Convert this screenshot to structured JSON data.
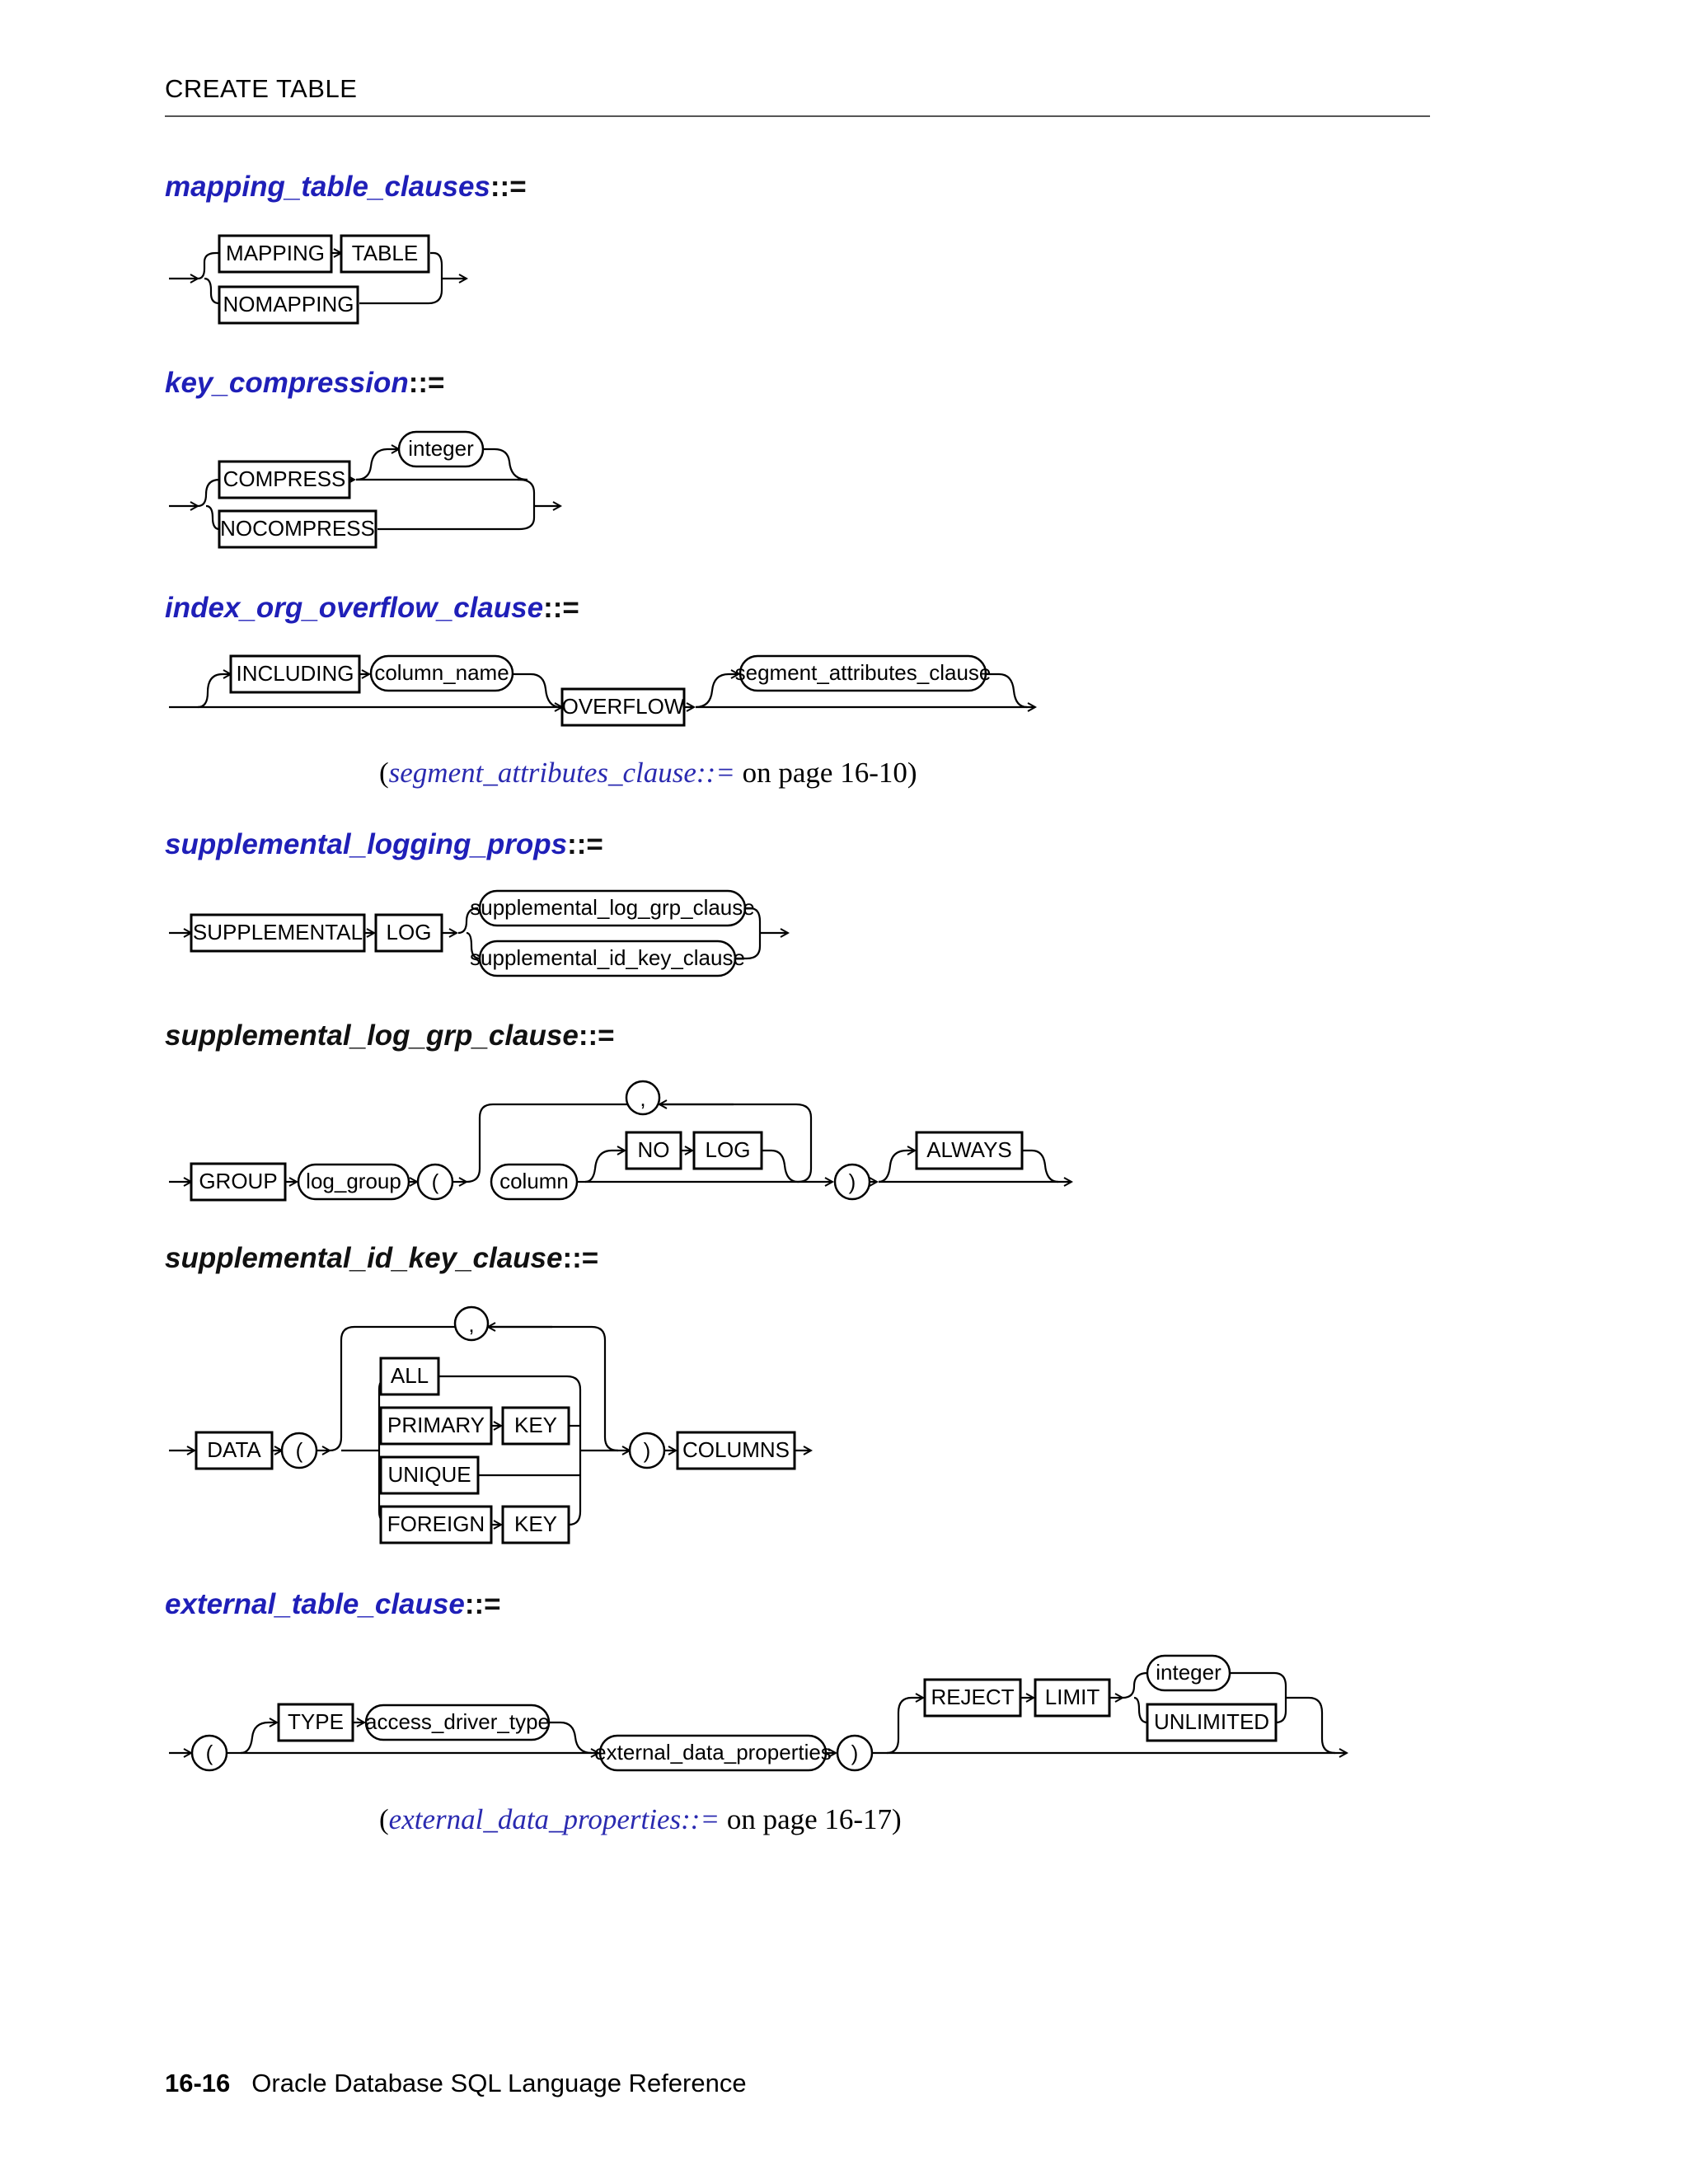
{
  "header": {
    "title": "CREATE TABLE"
  },
  "assign_symbol": "::=",
  "sections": {
    "mapping": {
      "title": "mapping_table_clauses",
      "mapping": "MAPPING",
      "table": "TABLE",
      "nomapping": "NOMAPPING"
    },
    "key_compression": {
      "title": "key_compression",
      "compress": "COMPRESS",
      "integer": "integer",
      "nocompress": "NOCOMPRESS"
    },
    "index_org": {
      "title": "index_org_overflow_clause",
      "including": "INCLUDING",
      "column_name": "column_name",
      "overflow": "OVERFLOW",
      "segment_attributes_clause": "segment_attributes_clause",
      "xref_link": "segment_attributes_clause::=",
      "xref_page": "on page 16-10"
    },
    "supp_props": {
      "title": "supplemental_logging_props",
      "supplemental": "SUPPLEMENTAL",
      "log": "LOG",
      "grp_clause": "supplemental_log_grp_clause",
      "id_key_clause": "supplemental_id_key_clause"
    },
    "supp_grp": {
      "title": "supplemental_log_grp_clause",
      "group": "GROUP",
      "log_group": "log_group",
      "lparen": "(",
      "column": "column",
      "comma": ",",
      "no": "NO",
      "log": "LOG",
      "rparen": ")",
      "always": "ALWAYS"
    },
    "supp_id": {
      "title": "supplemental_id_key_clause",
      "data": "DATA",
      "lparen": "(",
      "comma": ",",
      "all": "ALL",
      "primary": "PRIMARY",
      "key": "KEY",
      "unique": "UNIQUE",
      "foreign": "FOREIGN",
      "rparen": ")",
      "columns": "COLUMNS"
    },
    "external": {
      "title": "external_table_clause",
      "lparen": "(",
      "type": "TYPE",
      "access_driver_type": "access_driver_type",
      "external_data_properties": "external_data_properties",
      "rparen": ")",
      "reject": "REJECT",
      "limit": "LIMIT",
      "integer": "integer",
      "unlimited": "UNLIMITED",
      "xref_link": "external_data_properties::=",
      "xref_page": "on page 16-17"
    }
  },
  "footer": {
    "page_number": "16-16",
    "book_title": "Oracle Database SQL Language Reference"
  }
}
